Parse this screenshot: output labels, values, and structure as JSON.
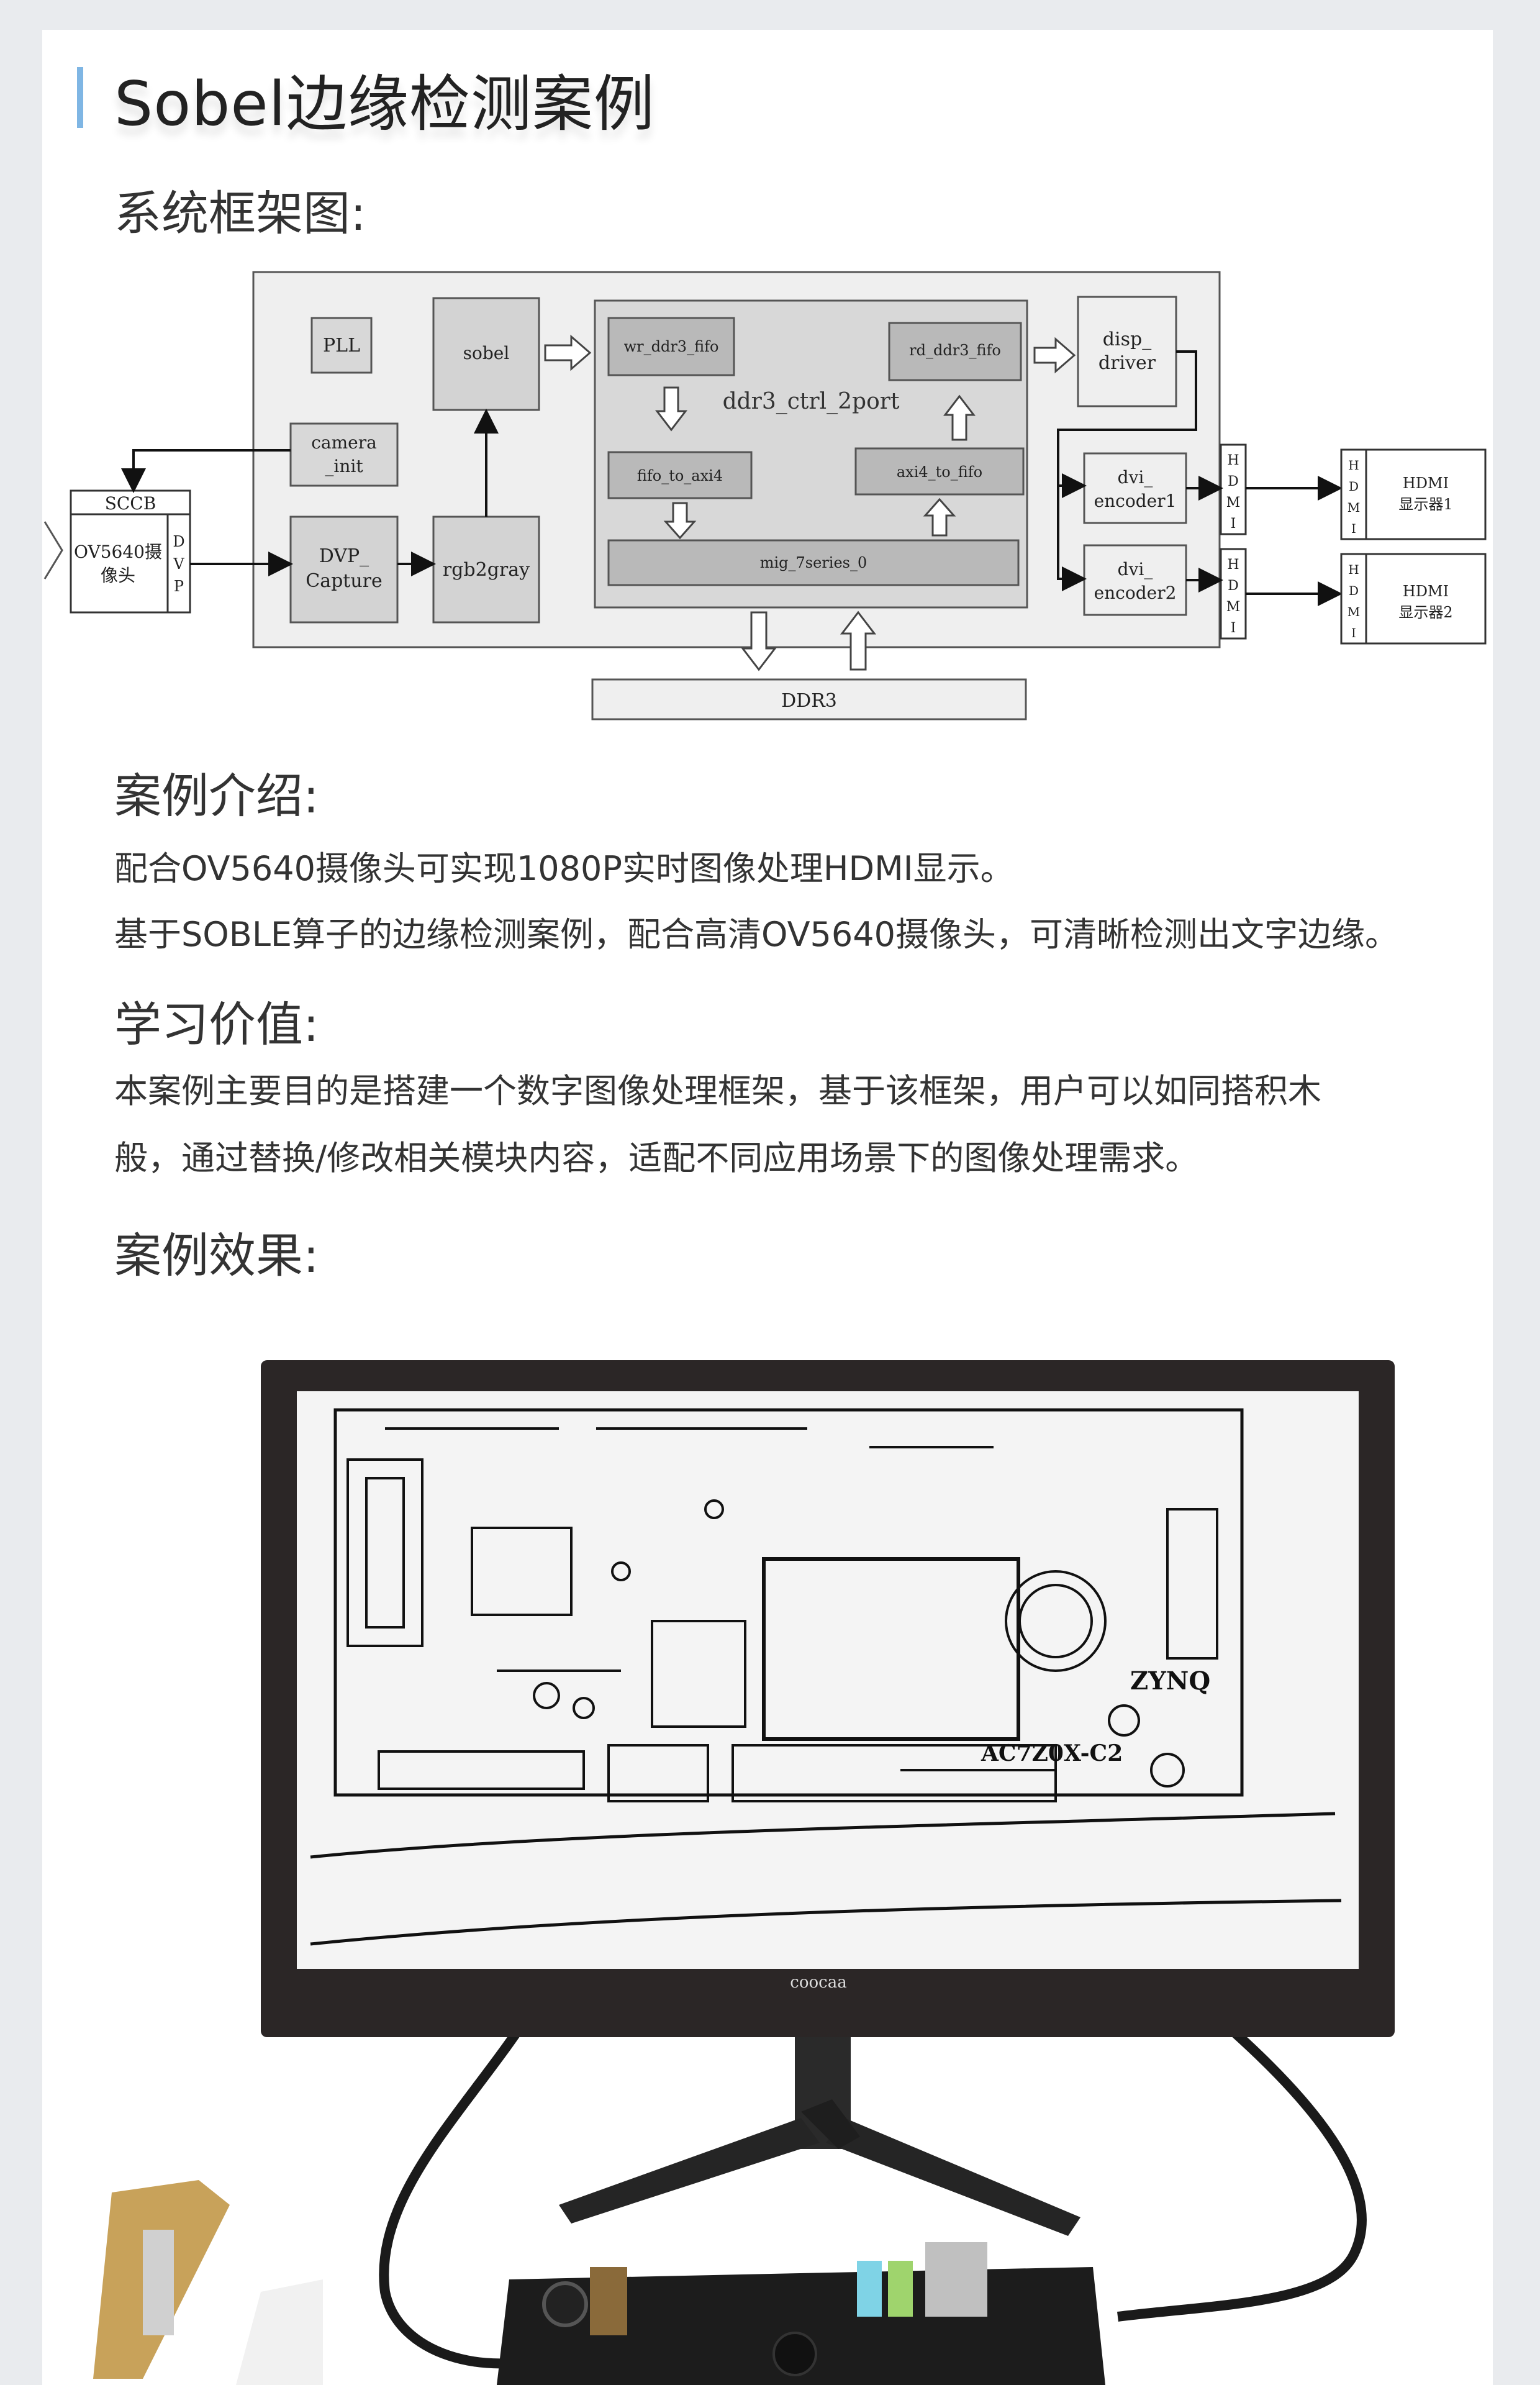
{
  "title": "Sobel边缘检测案例",
  "sections": {
    "framework": "系统框架图:",
    "intro": "案例介绍:",
    "value": "学习价值:",
    "effect": "案例效果:"
  },
  "intro_lines": [
    "配合OV5640摄像头可实现1080P实时图像处理HDMI显示。",
    "基于SOBLE算子的边缘检测案例，配合高清OV5640摄像头，可清晰检测出文字边缘。"
  ],
  "value_lines": [
    "本案例主要目的是搭建一个数字图像处理框架，基于该框架，用户可以如同搭积木",
    "般，通过替换/修改相关模块内容，适配不同应用场景下的图像处理需求。"
  ],
  "diagram": {
    "pll": "PLL",
    "sobel": "sobel",
    "camera_init_1": "camera",
    "camera_init_2": "_init",
    "dvp_capture_1": "DVP_",
    "dvp_capture_2": "Capture",
    "rgb2gray": "rgb2gray",
    "sccb": "SCCB",
    "ov5640_1": "OV5640摄",
    "ov5640_2": "像头",
    "dvp_v": [
      "D",
      "V",
      "P"
    ],
    "ddr3_ctrl": "ddr3_ctrl_2port",
    "wr_fifo": "wr_ddr3_fifo",
    "rd_fifo": "rd_ddr3_fifo",
    "fifo_to_axi4": "fifo_to_axi4",
    "axi4_to_fifo": "axi4_to_fifo",
    "mig": "mig_7series_0",
    "disp_driver_1": "disp_",
    "disp_driver_2": "driver",
    "dvi_enc1_1": "dvi_",
    "dvi_enc1_2": "encoder1",
    "dvi_enc2_1": "dvi_",
    "dvi_enc2_2": "encoder2",
    "hdmi_v": [
      "H",
      "D",
      "M",
      "I"
    ],
    "hdmi_display1_1": "HDMI",
    "hdmi_display1_2": "显示器1",
    "hdmi_display2_1": "HDMI",
    "hdmi_display2_2": "显示器2",
    "ddr3": "DDR3"
  },
  "photo": {
    "monitor_brand": "coocaa",
    "board_label_zynq": "ZYNQ",
    "board_label_model": "AC7Z0X-C2"
  }
}
